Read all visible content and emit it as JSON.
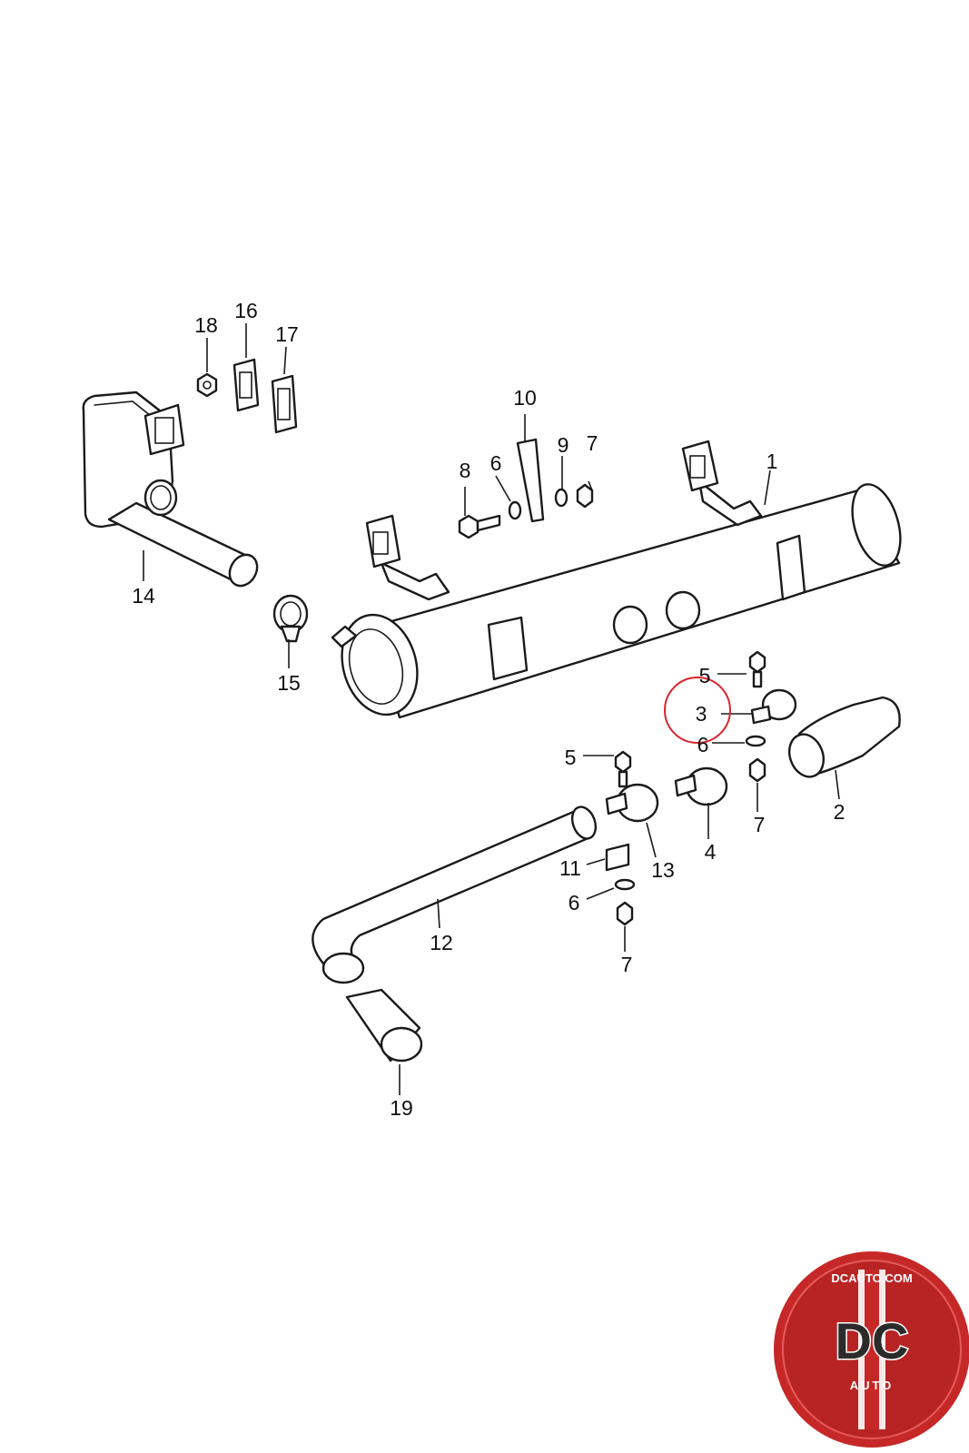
{
  "callouts": {
    "c1": "1",
    "c2": "2",
    "c3": "3",
    "c4": "4",
    "c5a": "5",
    "c5b": "5",
    "c6a": "6",
    "c6b": "6",
    "c6c": "6",
    "c7a": "7",
    "c7b": "7",
    "c7c": "7",
    "c8": "8",
    "c9": "9",
    "c10": "10",
    "c11": "11",
    "c12": "12",
    "c13": "13",
    "c14": "14",
    "c15": "15",
    "c16": "16",
    "c17": "17",
    "c18": "18",
    "c19": "19"
  },
  "highlight": {
    "part": "3",
    "color": "#d9252b"
  },
  "logo": {
    "top_text": "DCAUTO.COM",
    "main_text": "DC",
    "sub_text": "AUTO",
    "color": "#c62828"
  },
  "colors": {
    "line": "#1a1a1a",
    "background": "#ffffff"
  }
}
